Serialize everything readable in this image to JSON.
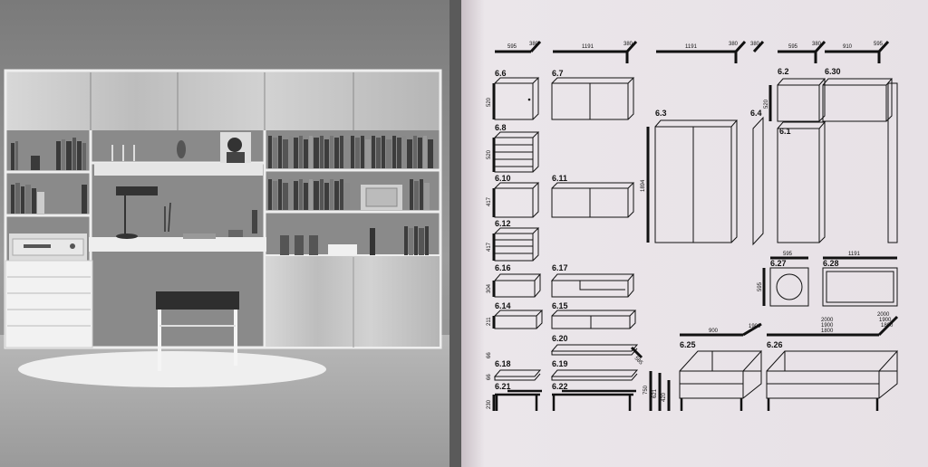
{
  "catalog": {
    "items": [
      {
        "id": "6.6"
      },
      {
        "id": "6.7"
      },
      {
        "id": "6.3"
      },
      {
        "id": "6.4"
      },
      {
        "id": "6.2"
      },
      {
        "id": "6.30"
      },
      {
        "id": "6.1"
      },
      {
        "id": "6.8"
      },
      {
        "id": "6.10"
      },
      {
        "id": "6.11"
      },
      {
        "id": "6.12"
      },
      {
        "id": "6.16"
      },
      {
        "id": "6.17"
      },
      {
        "id": "6.27"
      },
      {
        "id": "6.28"
      },
      {
        "id": "6.14"
      },
      {
        "id": "6.15"
      },
      {
        "id": "6.20"
      },
      {
        "id": "6.18"
      },
      {
        "id": "6.19"
      },
      {
        "id": "6.21"
      },
      {
        "id": "6.22"
      },
      {
        "id": "6.25"
      },
      {
        "id": "6.26"
      }
    ],
    "dims": {
      "d595a": "595",
      "d380a": "380",
      "d1191a": "1191",
      "d380b": "380",
      "d1191b": "1191",
      "d380c": "380",
      "d380d": "380",
      "d595b": "595",
      "d380e": "380",
      "d910": "910",
      "d595c": "595",
      "v520a": "520",
      "v520b": "520",
      "v520c": "520",
      "v1894": "1894",
      "v417a": "417",
      "v417b": "417",
      "v304": "304",
      "v211": "211",
      "d585": "585",
      "v595": "595",
      "d595d": "595",
      "d1191c": "1191",
      "d900": "900",
      "d1900a": "1900",
      "d2000": "2000",
      "d1900b": "1900",
      "d1800": "1800",
      "d2000r": "2000",
      "d1900r": "1900",
      "d1800r": "1800",
      "v66": "66",
      "v66b": "66",
      "v230": "230",
      "v750": "750",
      "v621": "621",
      "v420": "420"
    }
  }
}
